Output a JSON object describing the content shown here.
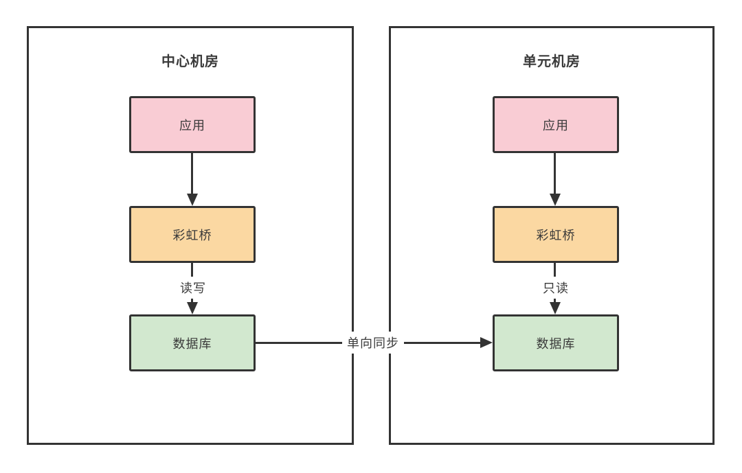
{
  "diagram": {
    "groups": [
      {
        "title": "中心机房",
        "nodes": [
          {
            "label": "应用"
          },
          {
            "label": "彩虹桥"
          },
          {
            "label": "数据库"
          }
        ],
        "db_edge_label": "读写"
      },
      {
        "title": "单元机房",
        "nodes": [
          {
            "label": "应用"
          },
          {
            "label": "彩虹桥"
          },
          {
            "label": "数据库"
          }
        ],
        "db_edge_label": "只读"
      }
    ],
    "sync_edge": {
      "label": "单向同步"
    },
    "colors": {
      "app_fill": "#f9ccd4",
      "bridge_fill": "#fbd8a2",
      "db_fill": "#d2e8cf",
      "stroke": "#333333",
      "text": "#3a3a3a",
      "background": "#ffffff"
    }
  }
}
